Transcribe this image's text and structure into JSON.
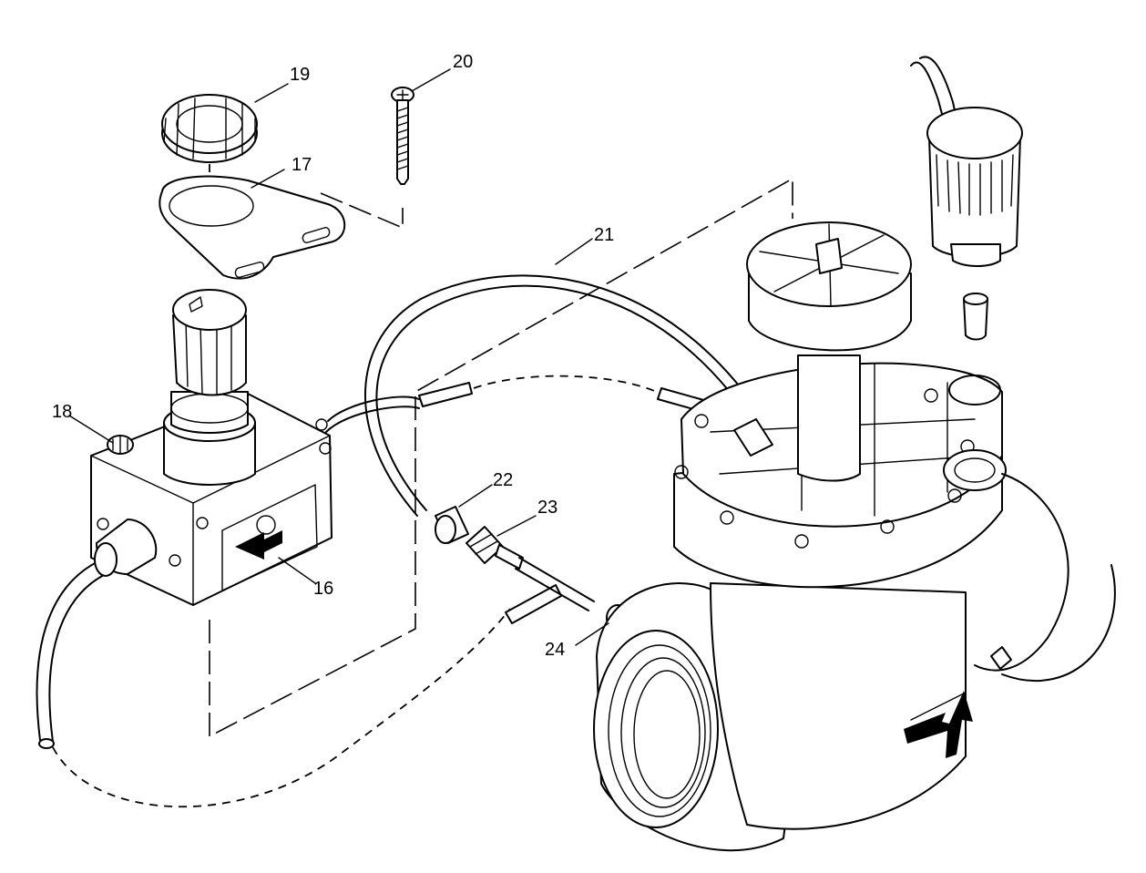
{
  "diagram": {
    "callouts": [
      {
        "id": "16",
        "label": "16"
      },
      {
        "id": "17",
        "label": "17"
      },
      {
        "id": "18",
        "label": "18"
      },
      {
        "id": "19",
        "label": "19"
      },
      {
        "id": "20",
        "label": "20"
      },
      {
        "id": "21",
        "label": "21"
      },
      {
        "id": "22",
        "label": "22"
      },
      {
        "id": "23",
        "label": "23"
      },
      {
        "id": "24",
        "label": "24"
      }
    ]
  }
}
